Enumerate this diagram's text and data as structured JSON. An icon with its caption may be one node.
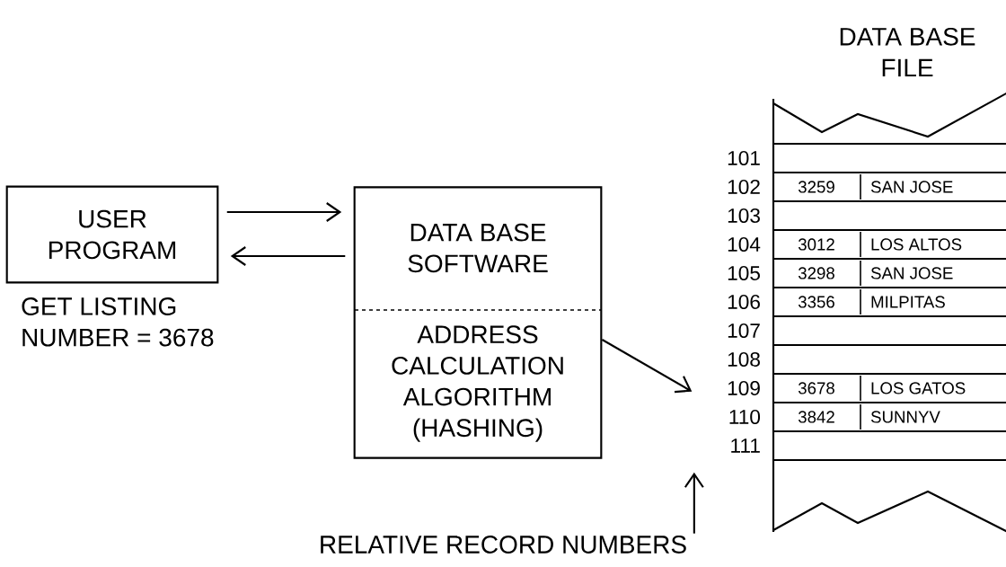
{
  "diagram": {
    "nodes": [
      {
        "text": [
          "USER PROGRAM"
        ]
      },
      {
        "text": [
          "DATA BASE SOFTWARE",
          "ADDRESS CALCULATION ALGORITHM (HASHING)"
        ]
      },
      {
        "text": [
          "DATA BASE FILE"
        ]
      },
      {
        "text": [],
        "shape": "box",
        "in": 2,
        "beside": [
          "101"
        ]
      },
      {
        "text": [
          "3259",
          "SAN JOSE"
        ],
        "in": 2,
        "beside": [
          "102"
        ]
      },
      {
        "text": [],
        "shape": "box",
        "in": 2,
        "beside": [
          "103"
        ]
      },
      {
        "text": [
          "3012",
          "LOS ALTOS"
        ],
        "in": 2,
        "beside": [
          "104"
        ]
      },
      {
        "text": [
          "3298",
          "SAN JOSE"
        ],
        "in": 2,
        "beside": [
          "105"
        ]
      },
      {
        "text": [
          "3356",
          "MILPITAS"
        ],
        "in": 2,
        "beside": [
          "106"
        ]
      },
      {
        "text": [],
        "shape": "box",
        "in": 2,
        "beside": [
          "107"
        ]
      },
      {
        "text": [],
        "shape": "box",
        "in": 2,
        "beside": [
          "108"
        ]
      },
      {
        "text": [
          "3678",
          "LOS GATOS"
        ],
        "in": 2,
        "beside": [
          "109"
        ]
      },
      {
        "text": [
          "3842",
          "SUNNYV"
        ],
        "in": 2,
        "beside": [
          "110"
        ]
      },
      {
        "text": [],
        "shape": "box",
        "in": 2,
        "beside": [
          "111"
        ]
      },
      {
        "text": [
          "RELATIVE RECORD NUMBERS"
        ]
      }
    ],
    "edges": [
      {
        "from": 0,
        "to": 1,
        "arrow": "to"
      },
      {
        "from": 1,
        "to": 0,
        "arrow": "to"
      },
      {
        "from": 1,
        "to": 11,
        "arrow": "to"
      },
      {
        "from": 14,
        "to": null,
        "arrow": "to"
      }
    ],
    "labels": [
      "GET LISTING NUMBER = 3678"
    ]
  }
}
